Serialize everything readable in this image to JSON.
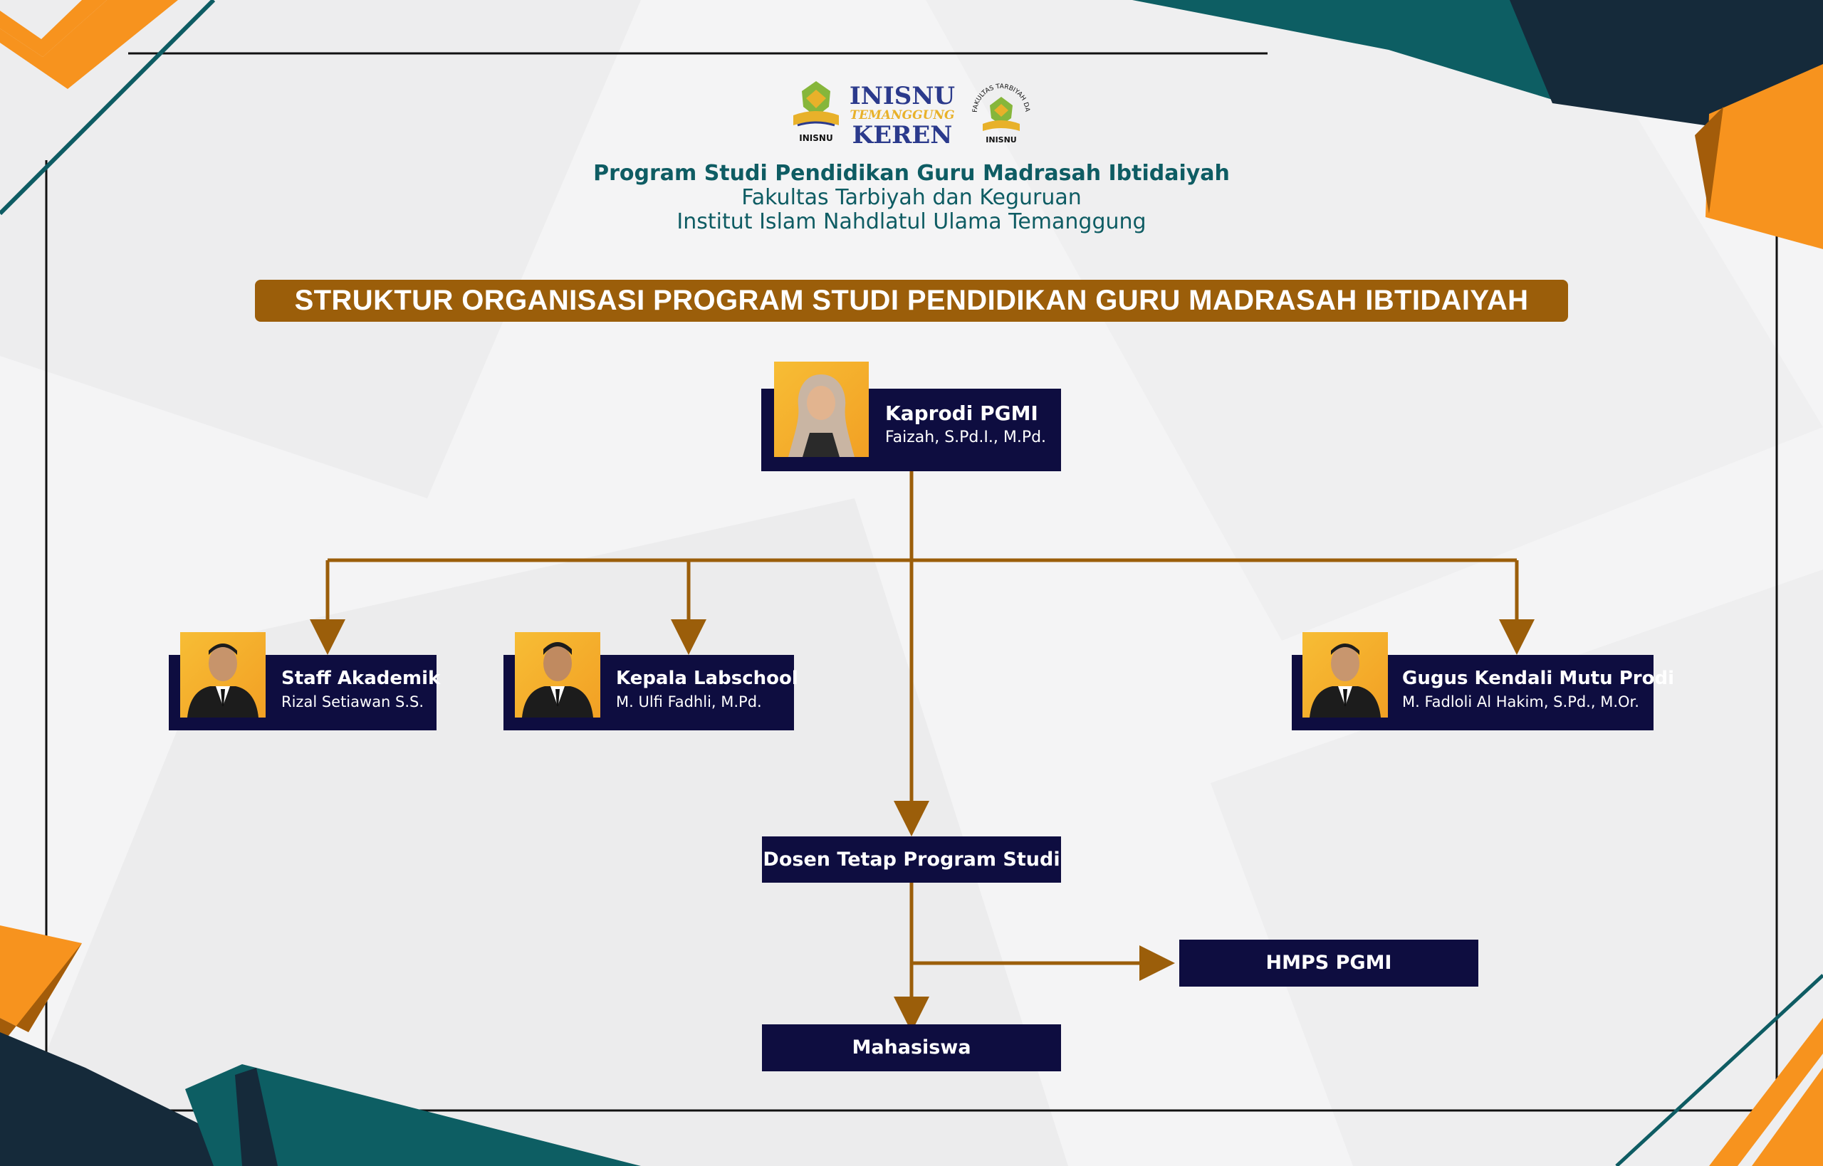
{
  "brand": {
    "line1": "INISNU",
    "line2": "TEMANGGUNG",
    "line3": "KEREN",
    "logo_left_text": "INISNU",
    "logo_right_text": "INISNU",
    "logo_right_arc": "FAKULTAS TARBIYAH DAN KEGURUAN"
  },
  "header": {
    "program": "Program Studi Pendidikan Guru Madrasah Ibtidaiyah",
    "faculty": "Fakultas Tarbiyah dan Keguruan",
    "institute": "Institut Islam Nahdlatul Ulama Temanggung"
  },
  "banner": {
    "title": "STRUKTUR ORGANISASI PROGRAM STUDI PENDIDIKAN GURU MADRASAH IBTIDAIYAH"
  },
  "nodes": {
    "kaprodi": {
      "role": "Kaprodi PGMI",
      "name": "Faizah, S.Pd.I., M.Pd."
    },
    "staff": {
      "role": "Staff Akademik",
      "name": "Rizal Setiawan S.S."
    },
    "lab": {
      "role": "Kepala Labschool",
      "name": "M. Ulfi Fadhli, M.Pd."
    },
    "gkm": {
      "role": "Gugus Kendali Mutu Prodi",
      "name": "M. Fadloli Al Hakim, S.Pd., M.Or."
    },
    "dosen": {
      "label": "Dosen Tetap Program Studi"
    },
    "hmps": {
      "label": "HMPS PGMI"
    },
    "mahasiswa": {
      "label": "Mahasiswa"
    }
  },
  "colors": {
    "navy": "#0e0d40",
    "gold": "#9b5e0a",
    "teal": "#0e5c63",
    "orange": "#f7931e",
    "connector": "#9b5e0a"
  }
}
